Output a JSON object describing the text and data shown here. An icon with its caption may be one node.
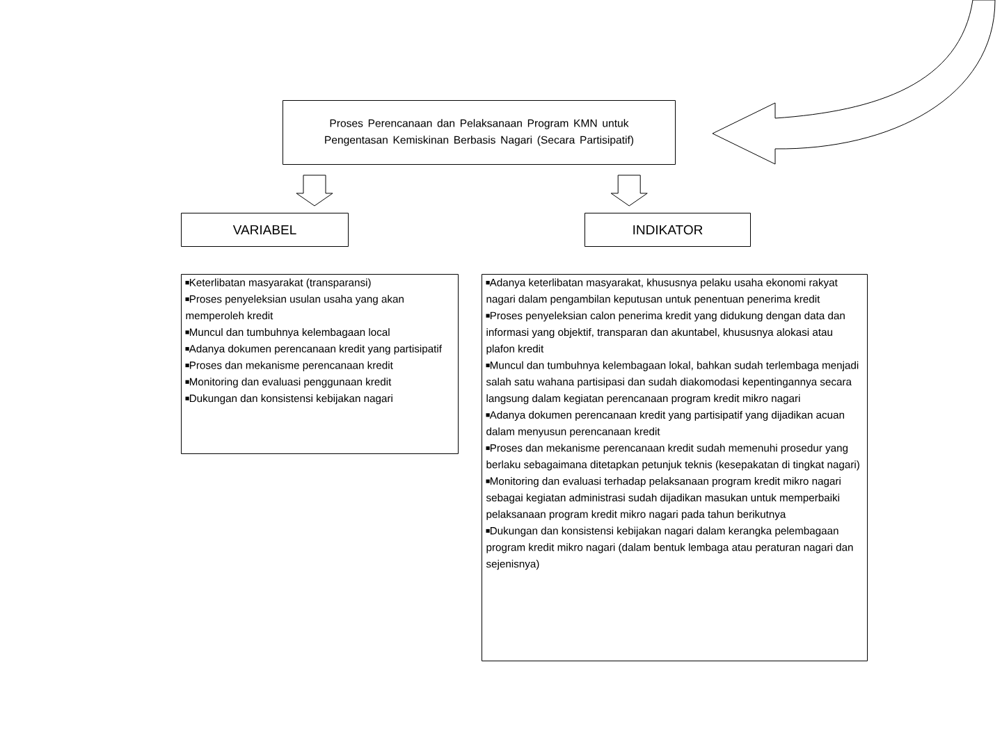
{
  "diagram": {
    "nodes": [
      {
        "text": [
          "Proses Perencanaan dan Pelaksanaan Program KMN untuk Pengentasan Kemiskinan Berbasis Nagari (Secara Partisipatif)"
        ]
      },
      {
        "text": [
          "VARIABEL"
        ]
      },
      {
        "text": [
          "INDIKATOR"
        ]
      },
      {
        "text": [
          "Keterlibatan masyarakat (transparansi)",
          "Proses penyeleksian usulan usaha yang akan memperoleh kredit",
          "Muncul dan tumbuhnya kelembagaan local",
          "Adanya dokumen perencanaan kredit yang partisipatif",
          "Proses dan mekanisme perencanaan kredit",
          "Monitoring dan evaluasi penggunaan kredit",
          "Dukungan dan konsistensi kebijakan nagari"
        ]
      },
      {
        "text": [
          "Adanya keterlibatan masyarakat, khususnya pelaku usaha ekonomi rakyat nagari dalam pengambilan keputusan untuk penentuan penerima kredit",
          "Proses penyeleksian calon penerima kredit yang didukung dengan data dan informasi yang objektif, transparan dan akuntabel, khususnya alokasi atau plafon kredit",
          "Muncul dan tumbuhnya kelembagaan lokal, bahkan sudah terlembaga menjadi salah satu wahana partisipasi dan sudah diakomodasi kepentingannya secara langsung dalam kegiatan perencanaan program kredit mikro nagari",
          "Adanya dokumen perencanaan kredit yang partisipatif yang dijadikan acuan dalam menyusun perencanaan kredit",
          "Proses dan mekanisme perencanaan kredit sudah memenuhi prosedur yang berlaku sebagaimana ditetapkan petunjuk teknis (kesepakatan di tingkat nagari)",
          "Monitoring dan evaluasi terhadap pelaksanaan program kredit mikro nagari sebagai kegiatan administrasi sudah dijadikan masukan untuk memperbaiki pelaksanaan program kredit mikro nagari pada tahun berikutnya",
          "Dukungan dan konsistensi kebijakan nagari dalam kerangka pelembagaan program kredit mikro nagari (dalam bentuk lembaga atau peraturan nagari dan sejenisnya)"
        ]
      }
    ],
    "edges": [
      {
        "from": null,
        "to": 0,
        "arrow": "to"
      },
      {
        "from": 0,
        "to": 1,
        "arrow": "to"
      },
      {
        "from": 0,
        "to": 2,
        "arrow": "to"
      }
    ]
  }
}
